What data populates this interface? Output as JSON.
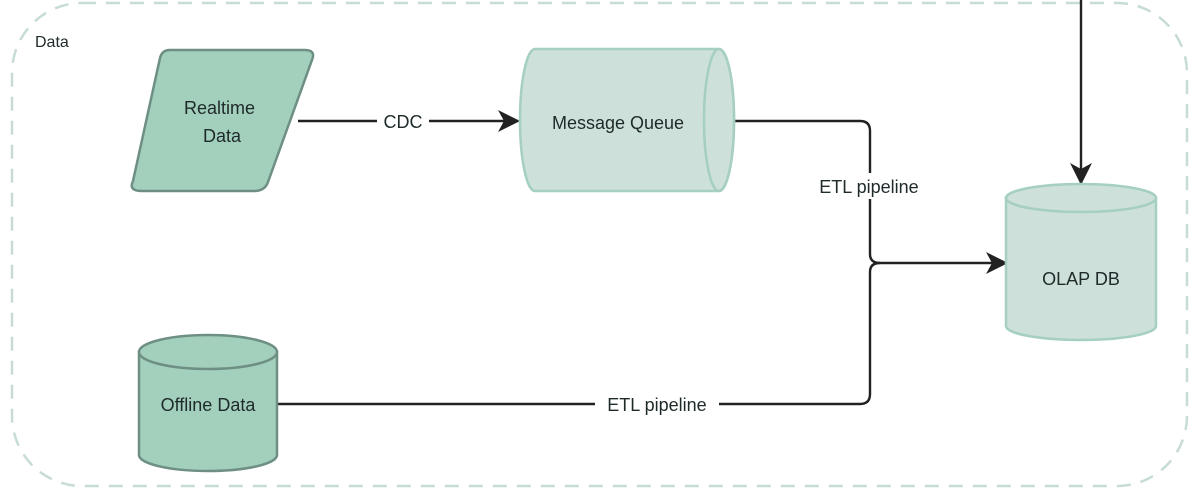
{
  "group": {
    "label": "Data"
  },
  "nodes": {
    "realtime": {
      "line1": "Realtime",
      "line2": "Data"
    },
    "queue": {
      "label": "Message Queue"
    },
    "offline": {
      "label": "Offline Data"
    },
    "olap": {
      "label": "OLAP DB"
    }
  },
  "edges": {
    "cdc": {
      "label": "CDC"
    },
    "etl_queue": {
      "label": "ETL pipeline"
    },
    "etl_offline": {
      "label": "ETL pipeline"
    }
  },
  "colors": {
    "group_border": "#c7dcd6",
    "dark_fill": "#a3cfbd",
    "dark_stroke": "#6e8f83",
    "light_fill": "#cde0da",
    "light_stroke": "#a5cfc0",
    "edge": "#222222"
  }
}
